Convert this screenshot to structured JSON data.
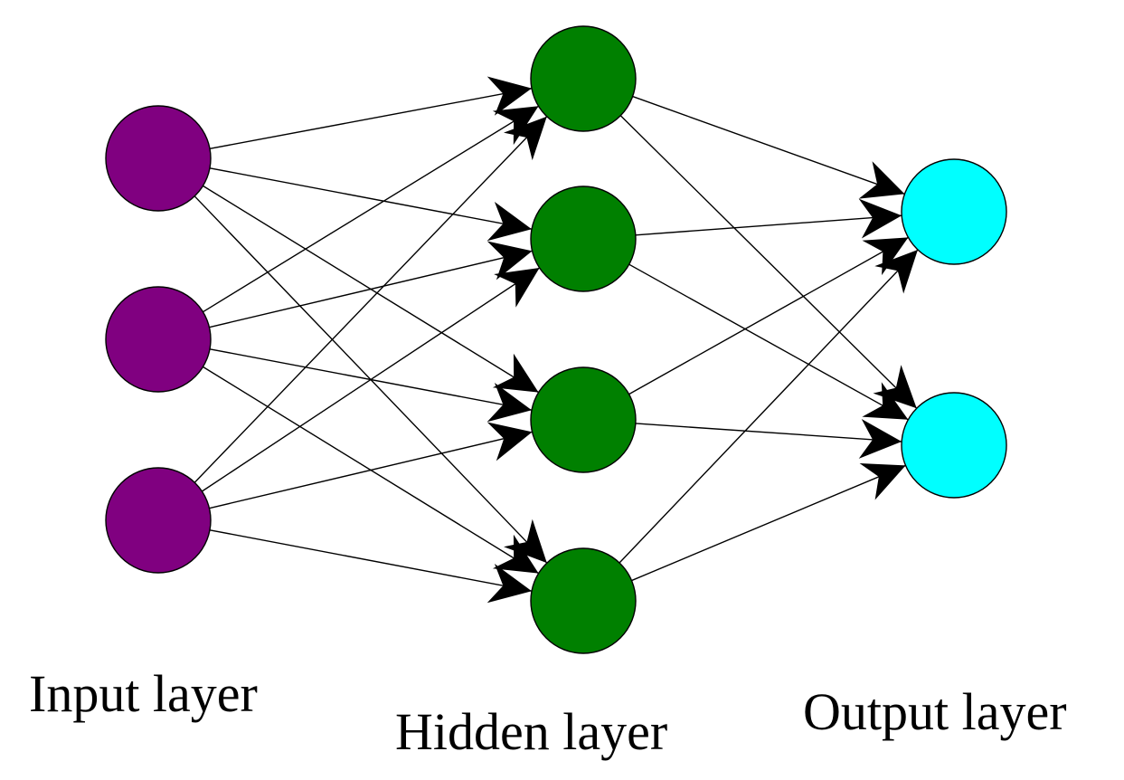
{
  "diagram": {
    "type": "feedforward-neural-network",
    "layers": [
      {
        "id": "input",
        "label": "Input layer",
        "node_count": 3,
        "color": "#800080"
      },
      {
        "id": "hidden",
        "label": "Hidden layer",
        "node_count": 4,
        "color": "#008000"
      },
      {
        "id": "output",
        "label": "Output layer",
        "node_count": 2,
        "color": "#00FFFF"
      }
    ],
    "connections": "fully-connected",
    "arrowhead_color": "#000000"
  }
}
